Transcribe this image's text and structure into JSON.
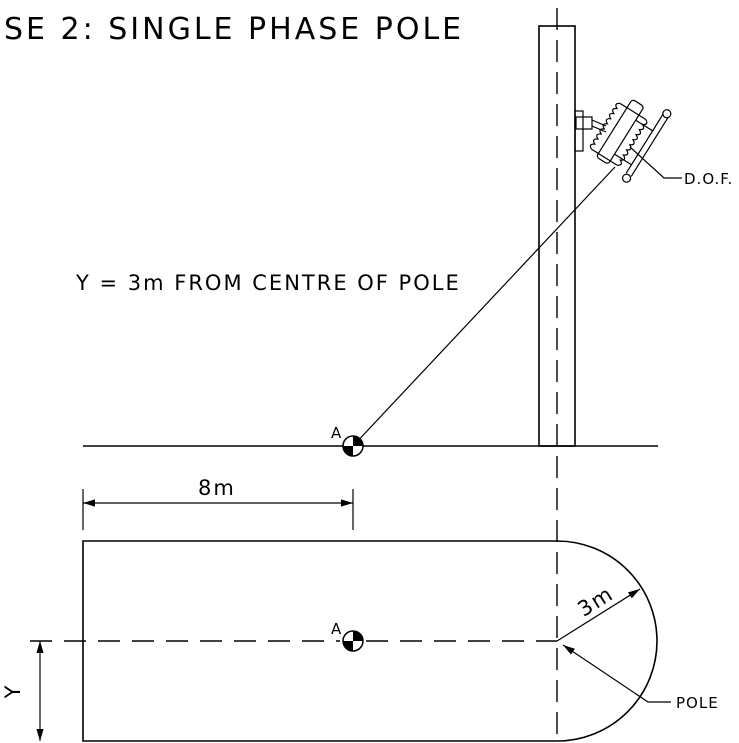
{
  "title": "SE 2: SINGLE PHASE POLE",
  "note": "Y  =  3m FROM CENTRE OF POLE",
  "labels": {
    "dof": "D.O.F.",
    "point_a_elevation": "A",
    "point_a_plan": "A",
    "pole": "POLE",
    "y_dim": "Y"
  },
  "dimensions": {
    "horizontal": "8m",
    "radius": "3m"
  }
}
